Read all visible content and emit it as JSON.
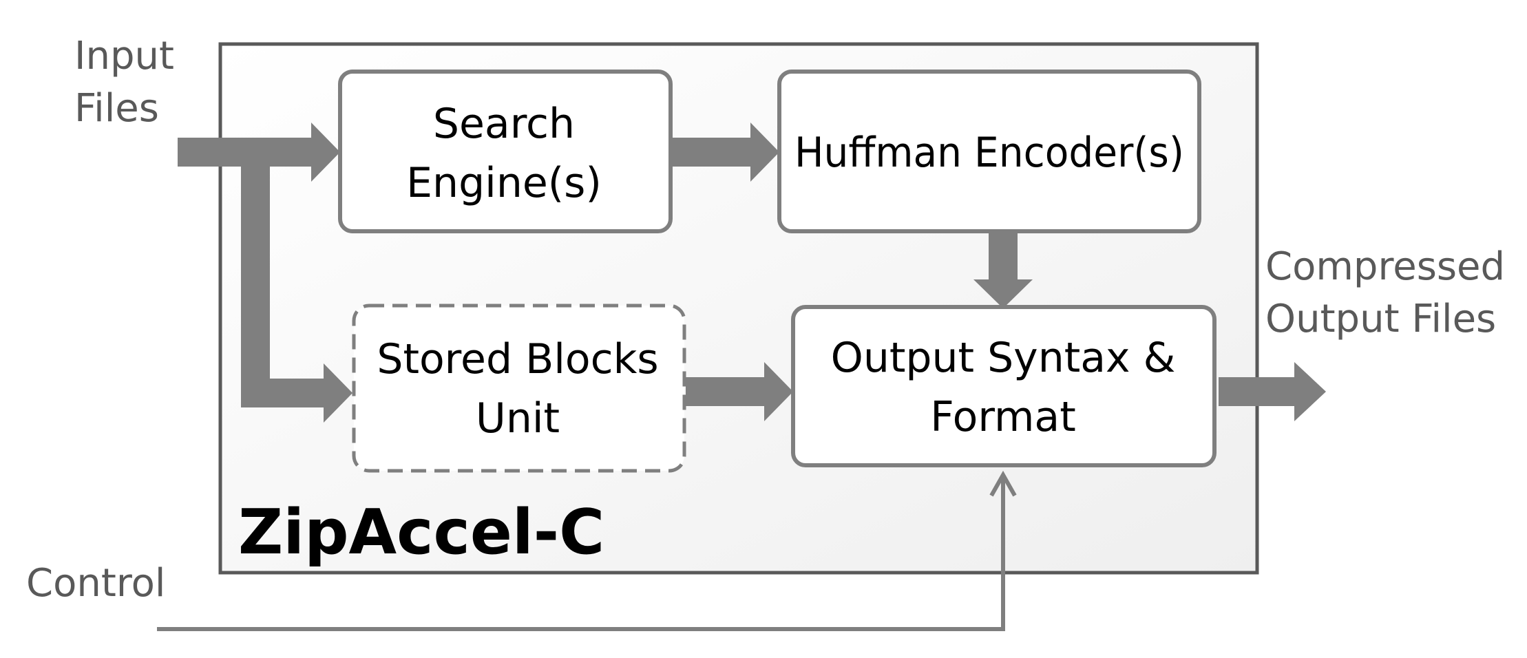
{
  "inputs": {
    "line1": "Input",
    "line2": "Files"
  },
  "outputs": {
    "line1": "Compressed",
    "line2": "Output Files"
  },
  "control": {
    "label": "Control"
  },
  "blocks": {
    "search_engine": {
      "line1": "Search",
      "line2": "Engine(s)"
    },
    "huffman": {
      "line1": "Huffman Encoder(s)"
    },
    "stored_blocks": {
      "line1": "Stored Blocks",
      "line2": "Unit"
    },
    "output_syntax": {
      "line1": "Output Syntax &",
      "line2": "Format"
    }
  },
  "system": {
    "name": "ZipAccel-C"
  },
  "colors": {
    "arrow": "#7f7f7f",
    "box_border": "#7f7f7f",
    "side_text": "#595959",
    "system_border": "#595959"
  }
}
